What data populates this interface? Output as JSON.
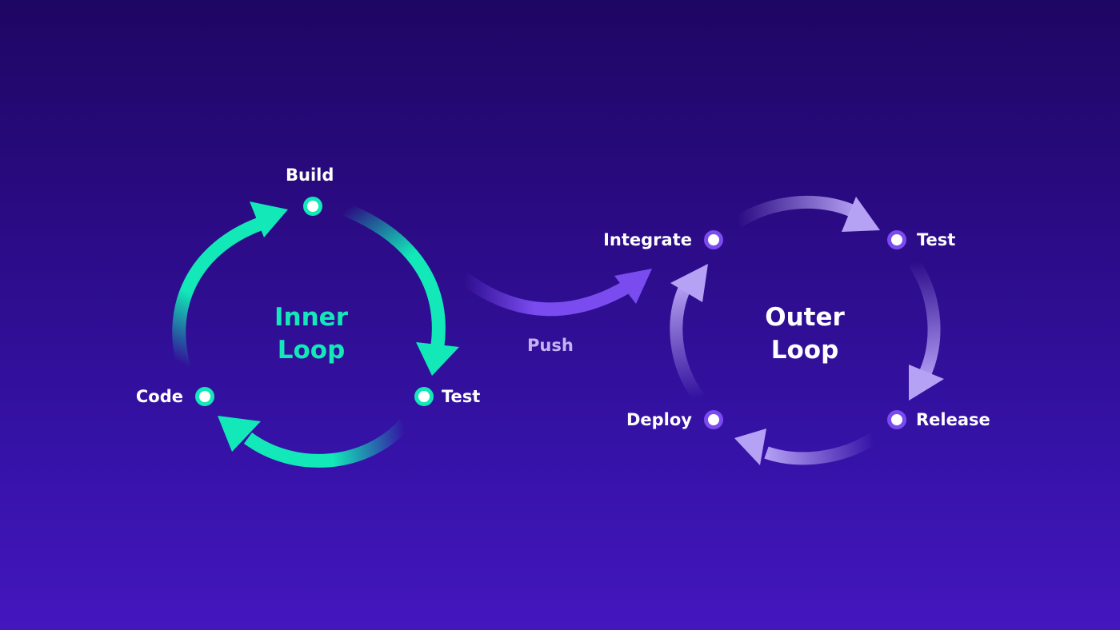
{
  "colors": {
    "inner_accent": "#12e8b8",
    "outer_accent": "#a58cf0",
    "push_color": "#7a4cf0",
    "push_label": "#c4b3f3",
    "node_fill": "#ffffff"
  },
  "inner_loop": {
    "title_line1": "Inner",
    "title_line2": "Loop",
    "nodes": {
      "build": "Build",
      "test": "Test",
      "code": "Code"
    }
  },
  "push": {
    "label": "Push"
  },
  "outer_loop": {
    "title_line1": "Outer",
    "title_line2": "Loop",
    "nodes": {
      "integrate": "Integrate",
      "test": "Test",
      "release": "Release",
      "deploy": "Deploy"
    }
  }
}
